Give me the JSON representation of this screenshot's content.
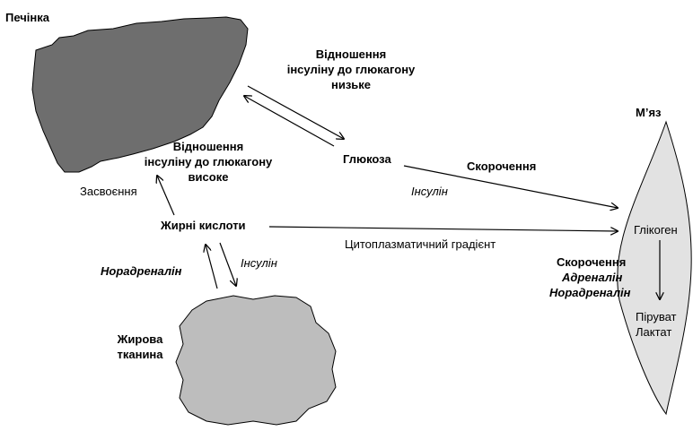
{
  "organs": {
    "liver": "Печінка",
    "muscle": "М’яз",
    "adipose_line1": "Жирова",
    "adipose_line2": "тканина"
  },
  "ratio_low": {
    "line1": "Відношення",
    "line2": "інсуліну до глюкагону",
    "line3": "низьке"
  },
  "ratio_high": {
    "line1": "Відношення",
    "line2": "інсуліну до глюкагону",
    "line3": "високе"
  },
  "metabolites": {
    "glucose": "Глюкоза",
    "fatty_acids": "Жирні кислоти",
    "glycogen": "Глікоген",
    "pyruvate": "Піруват",
    "lactate": "Лактат"
  },
  "labels": {
    "contraction_top": "Скорочення",
    "insulin_glucose": "Інсулін",
    "assimilation": "Засвоєння",
    "cytoplasmic_gradient": "Цитоплазматичний градієнт",
    "norepinephrine_left": "Норадреналін",
    "insulin_fatty": "Інсулін",
    "contraction_muscle": "Скорочення",
    "adrenaline": "Адреналін",
    "norepinephrine_muscle": "Норадреналін"
  },
  "colors": {
    "liver_fill": "#6e6e6e",
    "adipose_fill": "#bdbdbd",
    "muscle_fill": "#e2e2e2",
    "stroke": "#000000"
  }
}
